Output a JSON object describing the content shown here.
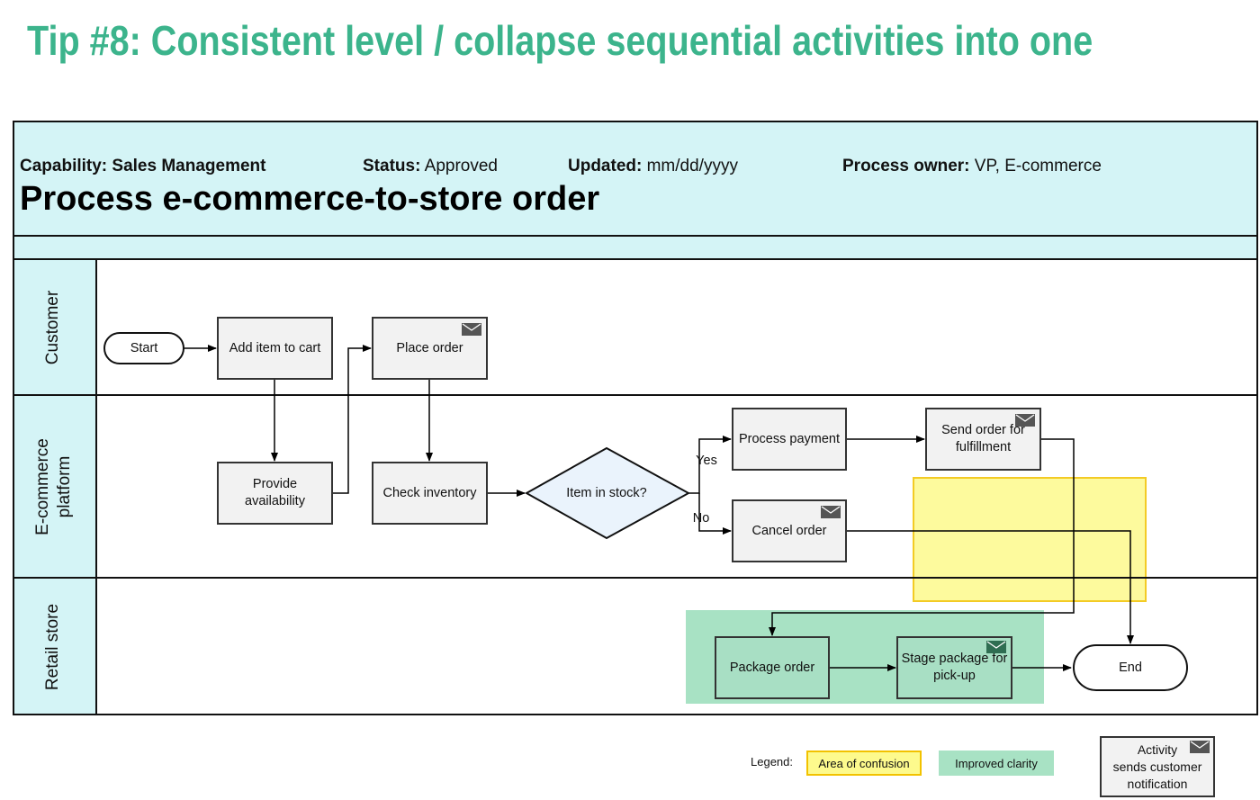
{
  "tip_title": "Tip #8: Consistent level / collapse sequential activities into one",
  "header": {
    "capability_label": "Capability:",
    "capability_value": "Sales Management",
    "status_label": "Status:",
    "status_value": "Approved",
    "updated_label": "Updated:",
    "updated_value": "mm/dd/yyyy",
    "owner_label": "Process owner:",
    "owner_value": "VP, E-commerce",
    "process_title": "Process e-commerce-to-store order"
  },
  "lanes": {
    "customer": "Customer",
    "ecommerce_line1": "E-commerce",
    "ecommerce_line2": "platform",
    "retail": "Retail store"
  },
  "nodes": {
    "start": "Start",
    "add_to_cart": "Add item to cart",
    "place_order": "Place order",
    "provide_line1": "Provide",
    "provide_line2": "availability",
    "check_inventory": "Check inventory",
    "item_in_stock": "Item in stock?",
    "process_payment": "Process payment",
    "send_line1": "Send order for",
    "send_line2": "fulfillment",
    "cancel_order": "Cancel order",
    "package_order": "Package order",
    "stage_line1": "Stage package for",
    "stage_line2": "pick-up",
    "end": "End",
    "yes": "Yes",
    "no": "No"
  },
  "legend": {
    "label": "Legend:",
    "confusion": "Area of confusion",
    "clarity": "Improved clarity",
    "notify_line1": "Activity",
    "notify_line2": "sends customer",
    "notify_line3": "notification"
  },
  "colors": {
    "title_green": "#3cb48c",
    "header_bg": "#d4f4f6",
    "confusion_fill": "#fdfa8d",
    "confusion_border": "#f2c200",
    "clarity_fill": "#a8e2c4"
  },
  "icons": [
    "envelope-icon"
  ]
}
